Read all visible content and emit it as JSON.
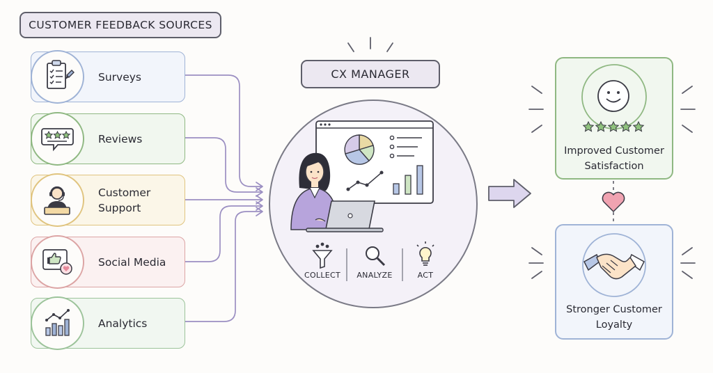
{
  "header": {
    "title": "CUSTOMER FEEDBACK SOURCES"
  },
  "sources": [
    {
      "label": "Surveys",
      "icon": "clipboard-checklist-icon",
      "border": "#9fb3d6",
      "bg": "#f2f5fb"
    },
    {
      "label": "Reviews",
      "icon": "star-review-icon",
      "border": "#8fb882",
      "bg": "#f1f7ef"
    },
    {
      "label": "Customer\nSupport",
      "icon": "support-agent-icon",
      "border": "#e0c47f",
      "bg": "#fbf6e8"
    },
    {
      "label": "Social Media",
      "icon": "thumbs-up-heart-icon",
      "border": "#dca4a4",
      "bg": "#fbf1f1"
    },
    {
      "label": "Analytics",
      "icon": "analytics-chart-icon",
      "border": "#9cc39a",
      "bg": "#f1f7f1"
    }
  ],
  "center": {
    "title": "CX MANAGER",
    "steps": [
      {
        "label": "COLLECT",
        "icon": "funnel-icon"
      },
      {
        "label": "ANALYZE",
        "icon": "magnifier-icon"
      },
      {
        "label": "ACT",
        "icon": "lightbulb-icon"
      }
    ]
  },
  "outcomes": [
    {
      "text_line1": "Improved Customer",
      "text_line2": "Satisfaction",
      "icon": "smiley-five-stars-icon",
      "border": "#8fb882",
      "bg": "#f1f7ef"
    },
    {
      "text_line1": "Stronger Customer",
      "text_line2": "Loyalty",
      "icon": "handshake-icon",
      "border": "#9fb3d6",
      "bg": "#f2f5fb"
    }
  ],
  "colors": {
    "connector": "#9b8fc2",
    "heart": "#f0a3b1",
    "arrow_fill": "#ddd6ee",
    "star": "#8fc27d"
  }
}
